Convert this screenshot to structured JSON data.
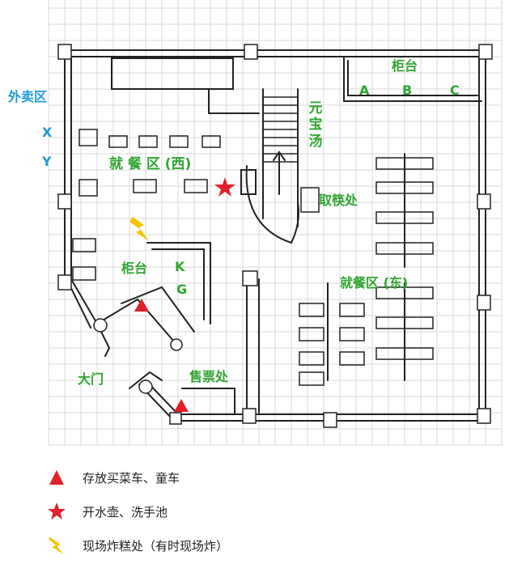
{
  "colors": {
    "label_green": "#2fa52f",
    "label_blue": "#1e9bd7",
    "marker_red": "#e0202a",
    "marker_yellow": "#f5c400",
    "grid": "#d9d9d9",
    "ink": "#222222"
  },
  "plan": {
    "counter_top": "柜台",
    "counter_top_items": [
      "A",
      "B",
      "C"
    ],
    "yuanbao_soup": "元宝汤",
    "takeaway": "外卖区",
    "takeaway_items": [
      "X",
      "Y"
    ],
    "dining_west": "就 餐 区 (西)",
    "chopsticks": "取筷处",
    "counter_left": "柜台",
    "counter_left_items": [
      "K",
      "G"
    ],
    "dining_east": "就餐区 (东)",
    "main_door": "大门",
    "ticket_office": "售票处"
  },
  "legend": {
    "triangle": "存放买菜车、童车",
    "star": "开水壶、洗手池",
    "lightning": "现场炸糕处（有时现场炸）"
  }
}
